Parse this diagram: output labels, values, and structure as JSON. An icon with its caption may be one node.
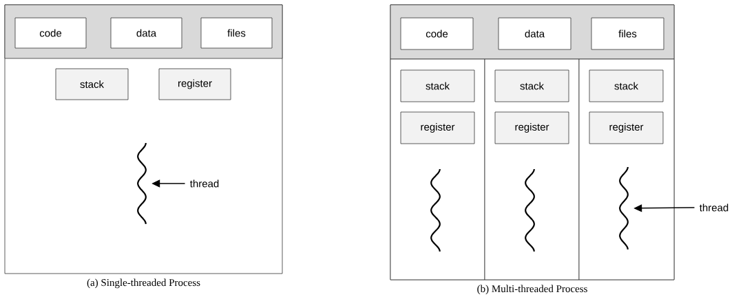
{
  "diagram": {
    "nodes": [
      {
        "text": [],
        "shape": "box"
      },
      {
        "text": [],
        "shape": "box",
        "in": 0
      },
      {
        "text": [
          "code"
        ],
        "in": 1
      },
      {
        "text": [
          "data"
        ],
        "in": 1
      },
      {
        "text": [
          "files"
        ],
        "in": 1
      },
      {
        "text": [
          "stack"
        ],
        "in": 0
      },
      {
        "text": [
          "register"
        ],
        "in": 0
      },
      {
        "text": [],
        "shape": "wave",
        "in": 0
      },
      {
        "text": [
          "thread"
        ],
        "in": 0
      },
      {
        "text": [],
        "shape": "box"
      },
      {
        "text": [],
        "shape": "box",
        "in": 9
      },
      {
        "text": [
          "code"
        ],
        "in": 10
      },
      {
        "text": [
          "data"
        ],
        "in": 10
      },
      {
        "text": [
          "files"
        ],
        "in": 10
      },
      {
        "text": [],
        "shape": "box",
        "in": 9
      },
      {
        "text": [],
        "shape": "box",
        "in": 9
      },
      {
        "text": [],
        "shape": "box",
        "in": 9
      },
      {
        "text": [
          "stack"
        ],
        "in": 14
      },
      {
        "text": [
          "register"
        ],
        "in": 14
      },
      {
        "text": [],
        "shape": "wave",
        "in": 14
      },
      {
        "text": [
          "stack"
        ],
        "in": 15
      },
      {
        "text": [
          "register"
        ],
        "in": 15
      },
      {
        "text": [],
        "shape": "wave",
        "in": 15
      },
      {
        "text": [
          "stack"
        ],
        "in": 16
      },
      {
        "text": [
          "register"
        ],
        "in": 16
      },
      {
        "text": [],
        "shape": "wave",
        "in": 16
      },
      {
        "text": [
          "thread"
        ]
      }
    ],
    "edges": [
      {
        "from": 8,
        "to": 7,
        "arrow": "to"
      },
      {
        "from": 26,
        "to": 25,
        "arrow": "to"
      }
    ],
    "labels": [
      "(a) Single-threaded Process",
      "(b) Multi-threaded Process"
    ]
  }
}
